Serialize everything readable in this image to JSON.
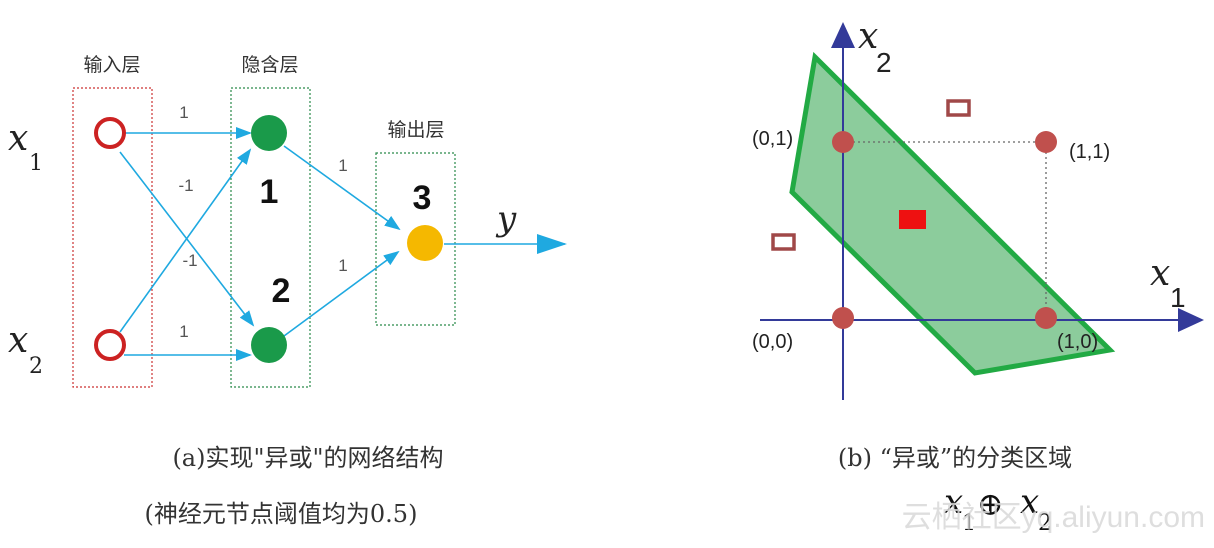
{
  "network": {
    "layers": {
      "input": "输入层",
      "hidden": "隐含层",
      "output": "输出层"
    },
    "inputs": {
      "x1": {
        "base": "x",
        "sub": "1"
      },
      "x2": {
        "base": "x",
        "sub": "2"
      }
    },
    "neurons": {
      "n1": "1",
      "n2": "2",
      "n3": "3"
    },
    "weights": {
      "x1_h1": "1",
      "x1_h2": "-1",
      "x2_h1": "-1",
      "x2_h2": "1",
      "h1_o": "1",
      "h2_o": "1"
    },
    "output_label": "y",
    "caption_line1": "(a)实现\"异或\"的网络结构",
    "caption_line2": "(神经元节点阈值均为0.5)",
    "colors": {
      "input_ring": "#cc2222",
      "hidden": "#1a9a4a",
      "output": "#f5b800",
      "arrow": "#1fa9e0"
    }
  },
  "plot": {
    "x_axis": {
      "base": "x",
      "sub": "1"
    },
    "y_axis": {
      "base": "x",
      "sub": "2"
    },
    "points": {
      "p00": "(0,0)",
      "p01": "(0,1)",
      "p10": "(1,0)",
      "p11": "(1,1)"
    },
    "caption": "(b) “异或”的分类区域",
    "formula": {
      "a": "x",
      "a_sub": "1",
      "op": "⊕",
      "b": "x",
      "b_sub": "2"
    },
    "colors": {
      "region_fill": "#8ccc9c",
      "region_stroke": "#22aa44",
      "axis": "#333a99",
      "point": "#c0504d",
      "filled_square": "#ee1111"
    }
  },
  "watermark": "云栖社区yq.aliyun.com"
}
